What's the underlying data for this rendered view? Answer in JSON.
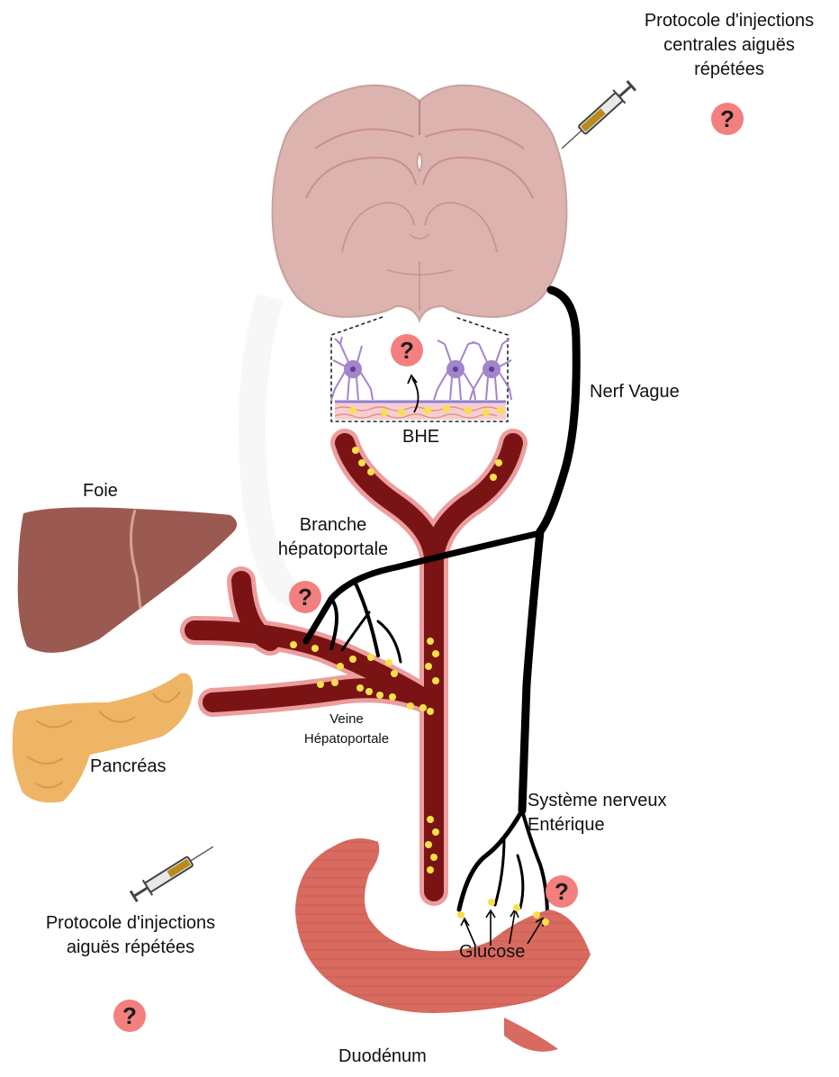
{
  "labels": {
    "central_protocol": [
      "Protocole d'injections",
      "centrales aiguës",
      "répétées"
    ],
    "nerf_vague": "Nerf Vague",
    "bhe": "BHE",
    "foie": "Foie",
    "branche": [
      "Branche",
      "hépatoportale"
    ],
    "veine": [
      "Veine",
      "Hépatoportale"
    ],
    "pancreas": "Pancréas",
    "sne": [
      "Système nerveux",
      "Entérique"
    ],
    "acute_protocol": [
      "Protocole d'injections",
      "aiguës répétées"
    ],
    "glucose": "Glucose",
    "duodenum": "Duodénum"
  },
  "question_mark": "?",
  "colors": {
    "brain": "#dcb3ae",
    "brain_line": "#c9908a",
    "vessel": "#7a1414",
    "vessel_wall": "#e99c9c",
    "glucose": "#f7e04a",
    "question_bg": "#f47f7f",
    "nerve": "#000000",
    "liver": "#9a5a52",
    "pancreas": "#efb566",
    "duodenum": "#d86a5f",
    "neuron": "#a284cc"
  },
  "icons": [
    "syringe-icon",
    "question-icon",
    "neuron-icon",
    "brain-icon",
    "liver-icon",
    "pancreas-icon",
    "duodenum-icon"
  ]
}
